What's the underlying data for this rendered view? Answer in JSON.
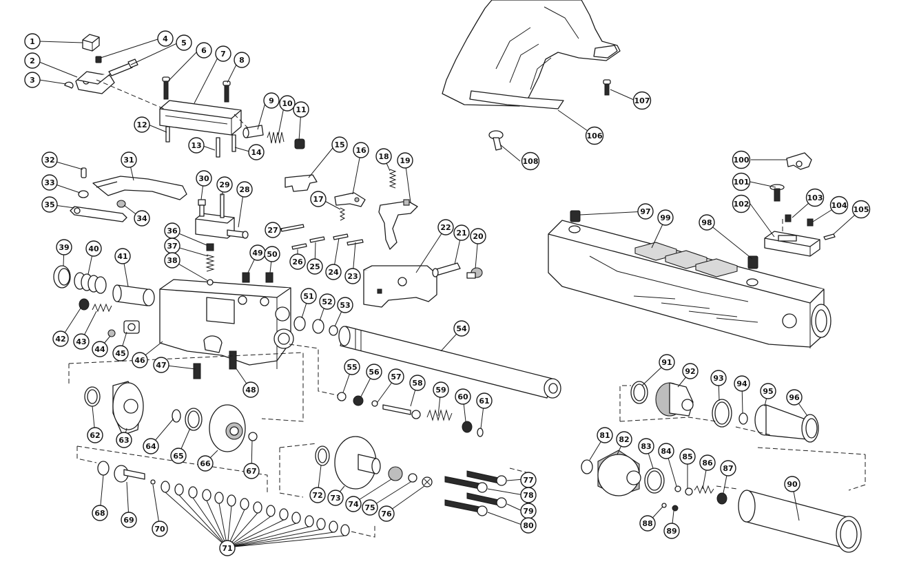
{
  "diagram": {
    "type": "exploded-parts-view",
    "callouts": [
      {
        "id": "c1",
        "label": "1"
      },
      {
        "id": "c2",
        "label": "2"
      },
      {
        "id": "c3",
        "label": "3"
      },
      {
        "id": "c4",
        "label": "4"
      },
      {
        "id": "c5",
        "label": "5"
      },
      {
        "id": "c6",
        "label": "6"
      },
      {
        "id": "c7",
        "label": "7"
      },
      {
        "id": "c8",
        "label": "8"
      },
      {
        "id": "c9",
        "label": "9"
      },
      {
        "id": "c10",
        "label": "10"
      },
      {
        "id": "c11",
        "label": "11"
      },
      {
        "id": "c12",
        "label": "12"
      },
      {
        "id": "c13",
        "label": "13"
      },
      {
        "id": "c14",
        "label": "14"
      },
      {
        "id": "c15",
        "label": "15"
      },
      {
        "id": "c16",
        "label": "16"
      },
      {
        "id": "c17",
        "label": "17"
      },
      {
        "id": "c18",
        "label": "18"
      },
      {
        "id": "c19",
        "label": "19"
      },
      {
        "id": "c20",
        "label": "20"
      },
      {
        "id": "c21",
        "label": "21"
      },
      {
        "id": "c22",
        "label": "22"
      },
      {
        "id": "c23",
        "label": "23"
      },
      {
        "id": "c24",
        "label": "24"
      },
      {
        "id": "c25",
        "label": "25"
      },
      {
        "id": "c26",
        "label": "26"
      },
      {
        "id": "c27",
        "label": "27"
      },
      {
        "id": "c28",
        "label": "28"
      },
      {
        "id": "c29",
        "label": "29"
      },
      {
        "id": "c30",
        "label": "30"
      },
      {
        "id": "c31",
        "label": "31"
      },
      {
        "id": "c32",
        "label": "32"
      },
      {
        "id": "c33",
        "label": "33"
      },
      {
        "id": "c34",
        "label": "34"
      },
      {
        "id": "c35",
        "label": "35"
      },
      {
        "id": "c36",
        "label": "36"
      },
      {
        "id": "c37",
        "label": "37"
      },
      {
        "id": "c38",
        "label": "38"
      },
      {
        "id": "c39",
        "label": "39"
      },
      {
        "id": "c40",
        "label": "40"
      },
      {
        "id": "c41",
        "label": "41"
      },
      {
        "id": "c42",
        "label": "42"
      },
      {
        "id": "c43",
        "label": "43"
      },
      {
        "id": "c44",
        "label": "44"
      },
      {
        "id": "c45",
        "label": "45"
      },
      {
        "id": "c46",
        "label": "46"
      },
      {
        "id": "c47",
        "label": "47"
      },
      {
        "id": "c48",
        "label": "48"
      },
      {
        "id": "c49",
        "label": "49"
      },
      {
        "id": "c50",
        "label": "50"
      },
      {
        "id": "c51",
        "label": "51"
      },
      {
        "id": "c52",
        "label": "52"
      },
      {
        "id": "c53",
        "label": "53"
      },
      {
        "id": "c54",
        "label": "54"
      },
      {
        "id": "c55",
        "label": "55"
      },
      {
        "id": "c56",
        "label": "56"
      },
      {
        "id": "c57",
        "label": "57"
      },
      {
        "id": "c58",
        "label": "58"
      },
      {
        "id": "c59",
        "label": "59"
      },
      {
        "id": "c60",
        "label": "60"
      },
      {
        "id": "c61",
        "label": "61"
      },
      {
        "id": "c62",
        "label": "62"
      },
      {
        "id": "c63",
        "label": "63"
      },
      {
        "id": "c64",
        "label": "64"
      },
      {
        "id": "c65",
        "label": "65"
      },
      {
        "id": "c66",
        "label": "66"
      },
      {
        "id": "c67",
        "label": "67"
      },
      {
        "id": "c68",
        "label": "68"
      },
      {
        "id": "c69",
        "label": "69"
      },
      {
        "id": "c70",
        "label": "70"
      },
      {
        "id": "c71",
        "label": "71"
      },
      {
        "id": "c72",
        "label": "72"
      },
      {
        "id": "c73",
        "label": "73"
      },
      {
        "id": "c74",
        "label": "74"
      },
      {
        "id": "c75",
        "label": "75"
      },
      {
        "id": "c76",
        "label": "76"
      },
      {
        "id": "c77",
        "label": "77"
      },
      {
        "id": "c78",
        "label": "78"
      },
      {
        "id": "c79",
        "label": "79"
      },
      {
        "id": "c80",
        "label": "80"
      },
      {
        "id": "c81",
        "label": "81"
      },
      {
        "id": "c82",
        "label": "82"
      },
      {
        "id": "c83",
        "label": "83"
      },
      {
        "id": "c84",
        "label": "84"
      },
      {
        "id": "c85",
        "label": "85"
      },
      {
        "id": "c86",
        "label": "86"
      },
      {
        "id": "c87",
        "label": "87"
      },
      {
        "id": "c88",
        "label": "88"
      },
      {
        "id": "c89",
        "label": "89"
      },
      {
        "id": "c90",
        "label": "90"
      },
      {
        "id": "c91",
        "label": "91"
      },
      {
        "id": "c92",
        "label": "92"
      },
      {
        "id": "c93",
        "label": "93"
      },
      {
        "id": "c94",
        "label": "94"
      },
      {
        "id": "c95",
        "label": "95"
      },
      {
        "id": "c96",
        "label": "96"
      },
      {
        "id": "c97",
        "label": "97"
      },
      {
        "id": "c98",
        "label": "98"
      },
      {
        "id": "c99",
        "label": "99"
      },
      {
        "id": "c100",
        "label": "100"
      },
      {
        "id": "c101",
        "label": "101"
      },
      {
        "id": "c102",
        "label": "102"
      },
      {
        "id": "c103",
        "label": "103"
      },
      {
        "id": "c104",
        "label": "104"
      },
      {
        "id": "c105",
        "label": "105"
      },
      {
        "id": "c106",
        "label": "106"
      },
      {
        "id": "c107",
        "label": "107"
      },
      {
        "id": "c108",
        "label": "108"
      }
    ]
  }
}
